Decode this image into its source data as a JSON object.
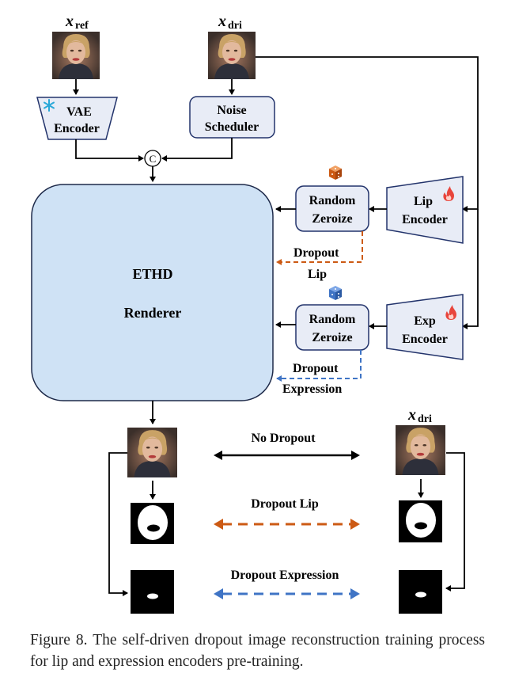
{
  "figure": {
    "labels": {
      "x_ref_symbol": "x",
      "x_ref_sub": "ref",
      "x_dri_symbol": "x",
      "x_dri_sub": "dri",
      "x_dri2_symbol": "x",
      "x_dri2_sub": "dri"
    },
    "blocks": {
      "vae_line1": "VAE",
      "vae_line2": "Encoder",
      "noise_line1": "Noise",
      "noise_line2": "Scheduler",
      "concat": "C",
      "renderer_line1": "ETHD",
      "renderer_line2": "Renderer",
      "zeroize_lip_line1": "Random",
      "zeroize_lip_line2": "Zeroize",
      "zeroize_exp_line1": "Random",
      "zeroize_exp_line2": "Zeroize",
      "lip_enc_line1": "Lip",
      "lip_enc_line2": "Encoder",
      "exp_enc_line1": "Exp",
      "exp_enc_line2": "Encoder",
      "dropout_lip_line1": "Dropout",
      "dropout_lip_line2": "Lip",
      "dropout_exp_line1": "Dropout",
      "dropout_exp_line2": "Expression"
    },
    "legend": {
      "no_dropout": "No Dropout",
      "dropout_lip": "Dropout Lip",
      "dropout_expression": "Dropout Expression"
    },
    "caption": "Figure 8.  The self-driven dropout image reconstruction training process for lip and expression encoders pre-training.",
    "colors": {
      "block_fill": "#e8ecf6",
      "renderer_fill": "#cfe2f5",
      "lip_dropout": "#cc5a14",
      "expression_dropout": "#3f74c5",
      "fire": "#e8453c",
      "snow": "#2aa8d8"
    },
    "icons": [
      "face-photo",
      "snowflake-icon",
      "fire-icon",
      "dice-icon",
      "mouth-mask",
      "face-mask"
    ]
  }
}
